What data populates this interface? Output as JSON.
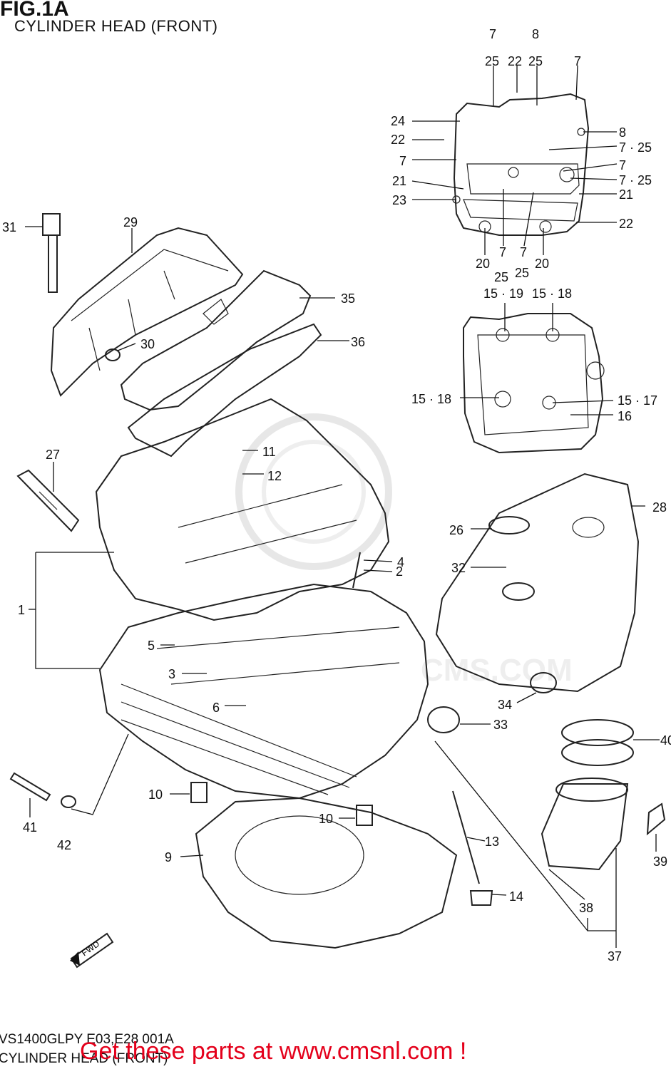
{
  "figure": {
    "id": "FIG.1A",
    "title": "CYLINDER HEAD (FRONT)"
  },
  "watermark_text": "CMS.COM",
  "fwd_label": "FWD",
  "callouts": [
    {
      "id": "c7a",
      "text": "7"
    },
    {
      "id": "c25a",
      "text": "25"
    },
    {
      "id": "c8a",
      "text": "8"
    },
    {
      "id": "c22a",
      "text": "22"
    },
    {
      "id": "c25b",
      "text": "25"
    },
    {
      "id": "c7b",
      "text": "7"
    },
    {
      "id": "c24",
      "text": "24"
    },
    {
      "id": "c8b",
      "text": "8"
    },
    {
      "id": "c22b",
      "text": "22"
    },
    {
      "id": "c7_25a",
      "text": "7 · 25"
    },
    {
      "id": "c7c",
      "text": "7"
    },
    {
      "id": "c7d",
      "text": "7"
    },
    {
      "id": "c7_25b",
      "text": "7 · 25"
    },
    {
      "id": "c21a",
      "text": "21"
    },
    {
      "id": "c21b",
      "text": "21"
    },
    {
      "id": "c23",
      "text": "23"
    },
    {
      "id": "c22c",
      "text": "22"
    },
    {
      "id": "c20a",
      "text": "20"
    },
    {
      "id": "c7e",
      "text": "7"
    },
    {
      "id": "c7f",
      "text": "7"
    },
    {
      "id": "c20b",
      "text": "20"
    },
    {
      "id": "c25c",
      "text": "25"
    },
    {
      "id": "c25d",
      "text": "25"
    },
    {
      "id": "c31",
      "text": "31"
    },
    {
      "id": "c29",
      "text": "29"
    },
    {
      "id": "c35",
      "text": "35"
    },
    {
      "id": "c30",
      "text": "30"
    },
    {
      "id": "c36",
      "text": "36"
    },
    {
      "id": "c15_19",
      "text": "15 · 19"
    },
    {
      "id": "c15_18a",
      "text": "15 · 18"
    },
    {
      "id": "c15_18b",
      "text": "15 · 18"
    },
    {
      "id": "c15_17",
      "text": "15 · 17"
    },
    {
      "id": "c16",
      "text": "16"
    },
    {
      "id": "c27",
      "text": "27"
    },
    {
      "id": "c11",
      "text": "11"
    },
    {
      "id": "c12",
      "text": "12"
    },
    {
      "id": "c28",
      "text": "28"
    },
    {
      "id": "c26",
      "text": "26"
    },
    {
      "id": "c4",
      "text": "4"
    },
    {
      "id": "c32",
      "text": "32"
    },
    {
      "id": "c2",
      "text": "2"
    },
    {
      "id": "c1",
      "text": "1"
    },
    {
      "id": "c5",
      "text": "5"
    },
    {
      "id": "c3",
      "text": "3"
    },
    {
      "id": "c6",
      "text": "6"
    },
    {
      "id": "c34",
      "text": "34"
    },
    {
      "id": "c33",
      "text": "33"
    },
    {
      "id": "c40",
      "text": "40"
    },
    {
      "id": "c10a",
      "text": "10"
    },
    {
      "id": "c10b",
      "text": "10"
    },
    {
      "id": "c41",
      "text": "41"
    },
    {
      "id": "c42",
      "text": "42"
    },
    {
      "id": "c9",
      "text": "9"
    },
    {
      "id": "c13",
      "text": "13"
    },
    {
      "id": "c39",
      "text": "39"
    },
    {
      "id": "c14",
      "text": "14"
    },
    {
      "id": "c38",
      "text": "38"
    },
    {
      "id": "c37",
      "text": "37"
    }
  ],
  "footer": {
    "code": "VS1400GLPY E03,E28  001A",
    "subtitle": "CYLINDER HEAD (FRONT)",
    "link_text": "Get these parts at www.cmsnl.com !"
  },
  "colors": {
    "line": "#111111",
    "link": "#e4001b",
    "watermark": "#d9d9d9"
  }
}
